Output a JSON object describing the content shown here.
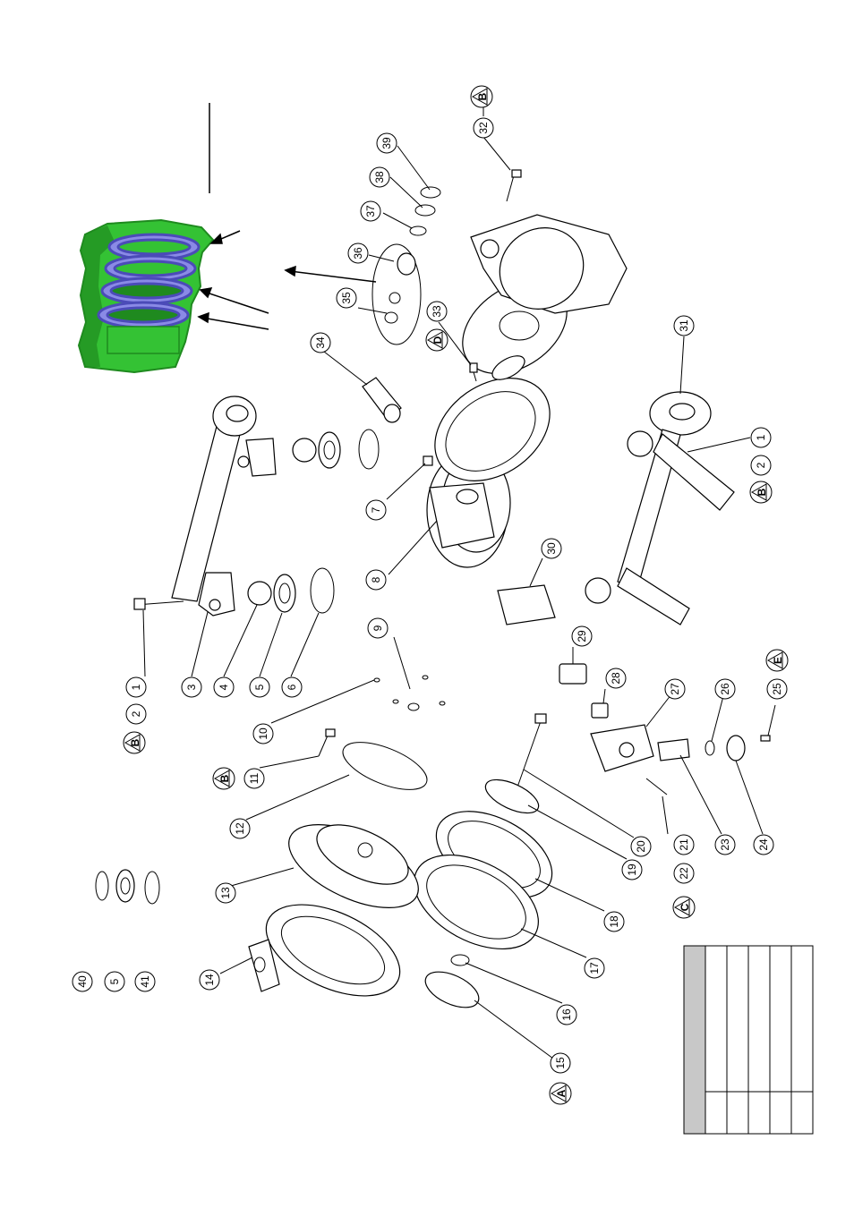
{
  "colors": {
    "line": "#000000",
    "seal_housing": "#34c234",
    "seal_housing_dark": "#1f8a1f",
    "seal_rings": "#8a8ae6",
    "seal_rings_dark": "#4b4bb8",
    "table_header": "#c8c8c8"
  },
  "callouts": [
    {
      "id": "c1",
      "label": "1"
    },
    {
      "id": "c2",
      "label": "2"
    },
    {
      "id": "c3",
      "label": "3"
    },
    {
      "id": "c4",
      "label": "4"
    },
    {
      "id": "c5",
      "label": "5"
    },
    {
      "id": "c6",
      "label": "6"
    },
    {
      "id": "c7",
      "label": "7"
    },
    {
      "id": "c8",
      "label": "8"
    },
    {
      "id": "c9",
      "label": "9"
    },
    {
      "id": "c10",
      "label": "10"
    },
    {
      "id": "c11",
      "label": "11"
    },
    {
      "id": "c12",
      "label": "12"
    },
    {
      "id": "c13",
      "label": "13"
    },
    {
      "id": "c14",
      "label": "14"
    },
    {
      "id": "c15",
      "label": "15"
    },
    {
      "id": "c16",
      "label": "16"
    },
    {
      "id": "c17",
      "label": "17"
    },
    {
      "id": "c18",
      "label": "18"
    },
    {
      "id": "c19",
      "label": "19"
    },
    {
      "id": "c20",
      "label": "20"
    },
    {
      "id": "c21",
      "label": "21"
    },
    {
      "id": "c22",
      "label": "22"
    },
    {
      "id": "c23",
      "label": "23"
    },
    {
      "id": "c24",
      "label": "24"
    },
    {
      "id": "c25",
      "label": "25"
    },
    {
      "id": "c26",
      "label": "26"
    },
    {
      "id": "c27",
      "label": "27"
    },
    {
      "id": "c28",
      "label": "28"
    },
    {
      "id": "c29",
      "label": "29"
    },
    {
      "id": "c30",
      "label": "30"
    },
    {
      "id": "c31",
      "label": "31"
    },
    {
      "id": "c32",
      "label": "32"
    },
    {
      "id": "c33",
      "label": "33"
    },
    {
      "id": "c34",
      "label": "34"
    },
    {
      "id": "c35",
      "label": "35"
    },
    {
      "id": "c36",
      "label": "36"
    },
    {
      "id": "c37",
      "label": "37"
    },
    {
      "id": "c38",
      "label": "38"
    },
    {
      "id": "c39",
      "label": "39"
    },
    {
      "id": "c40",
      "label": "40"
    },
    {
      "id": "c5b",
      "label": "5"
    },
    {
      "id": "c41",
      "label": "41"
    },
    {
      "id": "c1b",
      "label": "1"
    },
    {
      "id": "c2b",
      "label": "2"
    },
    {
      "id": "c2c",
      "label": "2"
    }
  ],
  "references": [
    {
      "id": "r1",
      "label": "B"
    },
    {
      "id": "r2",
      "label": "B"
    },
    {
      "id": "r3",
      "label": "B"
    },
    {
      "id": "r4",
      "label": "B"
    },
    {
      "id": "r5",
      "label": "D"
    },
    {
      "id": "r6",
      "label": "A"
    },
    {
      "id": "r7",
      "label": "C"
    },
    {
      "id": "r8",
      "label": "E"
    }
  ]
}
